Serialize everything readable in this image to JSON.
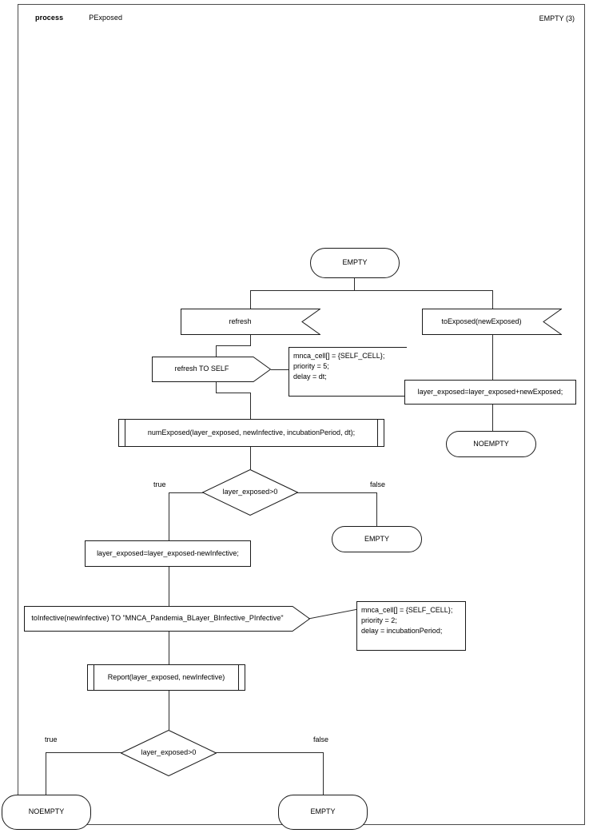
{
  "diagram": {
    "kind": "sdl-process-diagram",
    "header": {
      "keyword": "process",
      "name": "PExposed",
      "right_label": "EMPTY (3)"
    },
    "nodes": {
      "start_state": {
        "type": "state",
        "label": "EMPTY"
      },
      "input_refresh": {
        "type": "input-signal",
        "label": "refresh"
      },
      "input_toexposed": {
        "type": "input-signal",
        "label": "toExposed(newExposed)"
      },
      "output_refresh_self": {
        "type": "output-signal",
        "label": "refresh TO SELF"
      },
      "note_refresh": {
        "type": "comment",
        "lines": [
          "mnca_cell[] = {SELF_CELL};",
          "priority = 5;",
          "delay = dt;"
        ]
      },
      "task_add_exposed": {
        "type": "task",
        "label": "layer_exposed=layer_exposed+newExposed;"
      },
      "state_noempty_right": {
        "type": "state",
        "label": "NOEMPTY"
      },
      "proc_numexposed": {
        "type": "procedure-call",
        "label": "numExposed(layer_exposed, newInfective, incubationPeriod, dt);"
      },
      "decision_1": {
        "type": "decision",
        "label": "layer_exposed>0",
        "true_label": "true",
        "false_label": "false"
      },
      "state_empty_mid": {
        "type": "state",
        "label": "EMPTY"
      },
      "task_sub_infective": {
        "type": "task",
        "label": "layer_exposed=layer_exposed-newInfective;"
      },
      "output_toinfective": {
        "type": "output-signal",
        "label": "toInfective(newInfective) TO \"MNCA_Pandemia_BLayer_BInfective_PInfective\""
      },
      "note_toinfective": {
        "type": "comment",
        "lines": [
          "mnca_cell[] = {SELF_CELL};",
          "priority = 2;",
          "delay = incubationPeriod;"
        ]
      },
      "proc_report": {
        "type": "procedure-call",
        "label": "Report(layer_exposed, newInfective)"
      },
      "decision_2": {
        "type": "decision",
        "label": "layer_exposed>0",
        "true_label": "true",
        "false_label": "false"
      },
      "state_noempty_bottom": {
        "type": "state",
        "label": "NOEMPTY"
      },
      "state_empty_bottom": {
        "type": "state",
        "label": "EMPTY"
      }
    },
    "colors": {
      "stroke": "#1a1a1a",
      "connector": "#2b2b2b",
      "frame": "#4a4a4a",
      "background": "#ffffff",
      "text": "#000000"
    }
  }
}
